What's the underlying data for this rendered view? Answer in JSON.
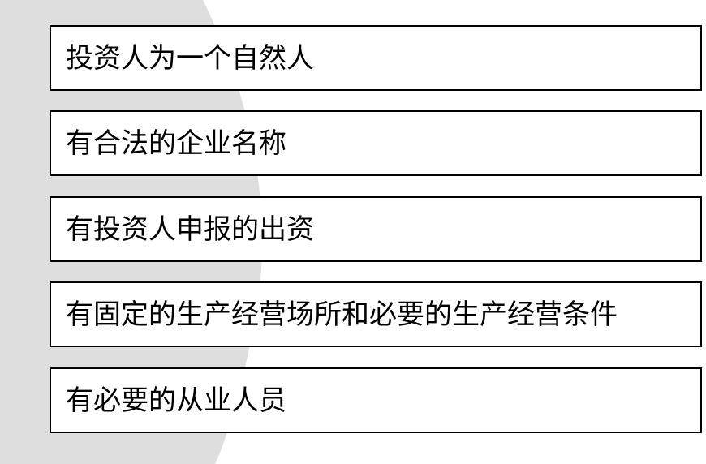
{
  "items": [
    {
      "text": "投资人为一个自然人"
    },
    {
      "text": "有合法的企业名称"
    },
    {
      "text": "有投资人申报的出资"
    },
    {
      "text": "有固定的生产经营场所和必要的生产经营条件"
    },
    {
      "text": "有必要的从业人员"
    }
  ],
  "colors": {
    "background_shape": "#dedede",
    "border": "#000000",
    "text": "#000000",
    "box_fill": "#ffffff"
  }
}
